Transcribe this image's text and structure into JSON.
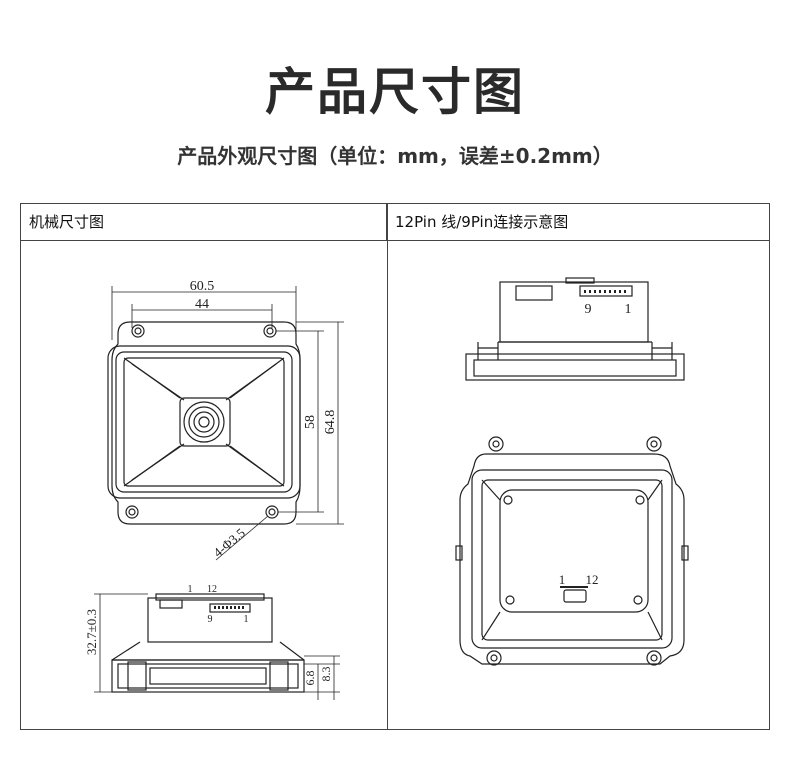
{
  "title": "产品尺寸图",
  "subtitle": "产品外观尺寸图（单位：mm，误差±0.2mm）",
  "table": {
    "left_header": "机械尺寸图",
    "right_header": "12Pin 线/9Pin连接示意图"
  },
  "dimensions": {
    "width_outer": "60.5",
    "width_holes": "44",
    "height_holes": "58",
    "height_outer": "64.8",
    "hole_spec": "4-Φ3.5",
    "depth_total": "32.7±0.3",
    "base_height_a": "6.8",
    "base_height_b": "8.3"
  },
  "pins": {
    "left_side_pin_1": "1",
    "left_side_pin_12": "12",
    "left_side_pin_9": "9",
    "left_side_pin_1b": "1",
    "right_side_pin_9": "9",
    "right_side_pin_1": "1",
    "right_bottom_pin_1": "1",
    "right_bottom_pin_12": "12"
  }
}
